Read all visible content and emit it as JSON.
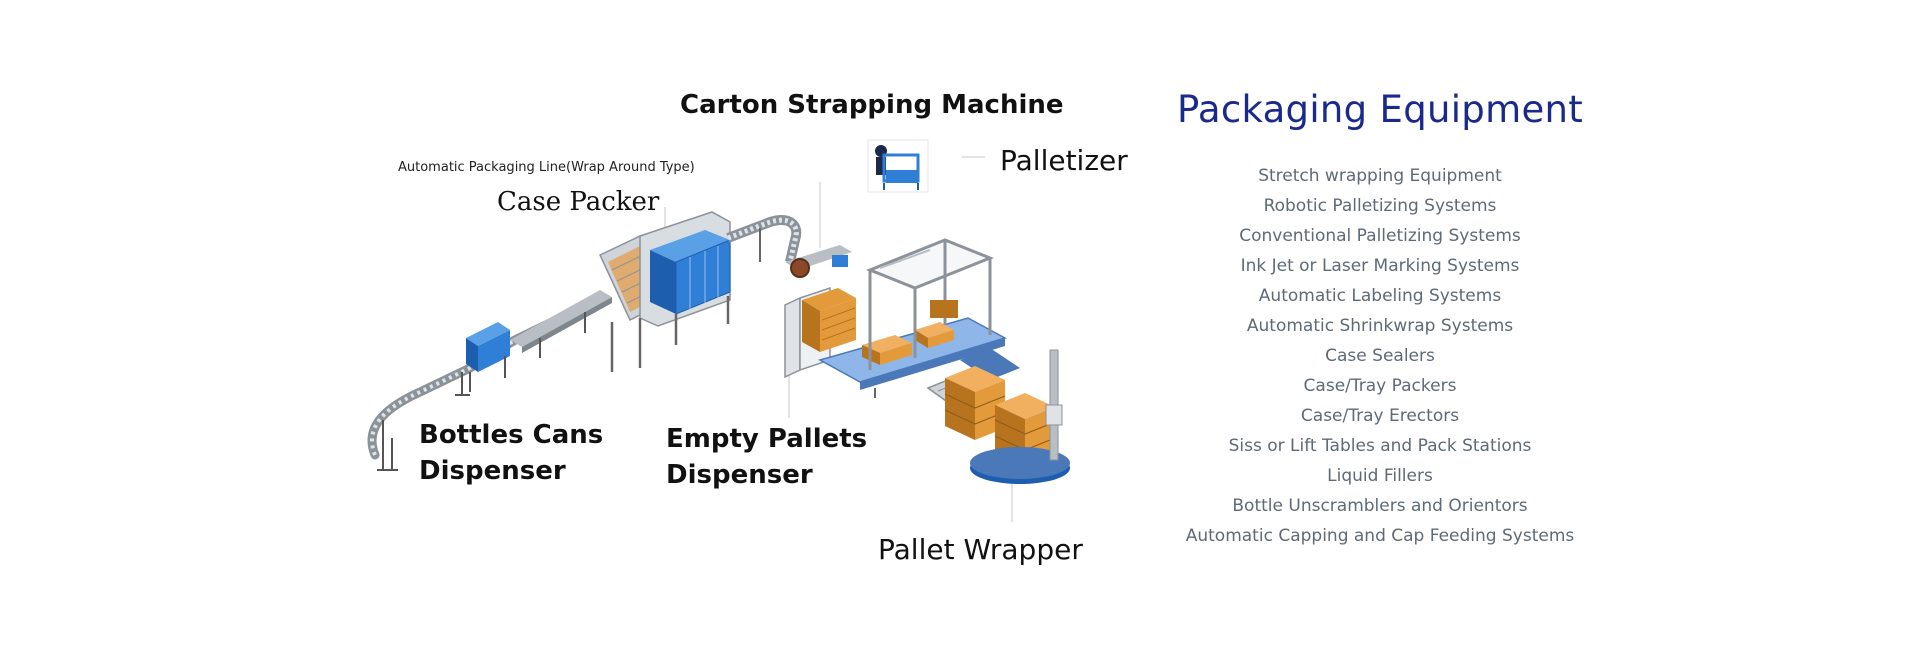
{
  "diagram": {
    "labels": {
      "carton_strapping": "Carton Strapping Machine",
      "auto_line": "Automatic Packaging Line(Wrap Around Type)",
      "case_packer": "Case Packer",
      "palletizer": "Palletizer",
      "bottles_line1": "Bottles Cans",
      "bottles_line2": "Dispenser",
      "empty_pallets_line1": "Empty Pallets",
      "empty_pallets_line2": "Dispenser",
      "pallet_wrapper": "Pallet Wrapper"
    },
    "colors": {
      "machine_blue": "#2f7fd6",
      "machine_blue_dark": "#1d5fae",
      "frame_gray": "#9aa0a6",
      "carton": "#e39a3b",
      "carton_dark": "#b8731f",
      "conveyor_blue": "#4a78b8"
    }
  },
  "panel": {
    "title": "Packaging Equipment",
    "title_color": "#1a2a8c",
    "items": [
      "Stretch wrapping Equipment",
      "Robotic Palletizing Systems",
      "Conventional Palletizing Systems",
      "Ink Jet or Laser Marking Systems",
      "Automatic Labeling Systems",
      "Automatic Shrinkwrap Systems",
      "Case Sealers",
      "Case/Tray Packers",
      "Case/Tray Erectors",
      "Siss or Lift Tables and Pack Stations",
      "Liquid Fillers",
      "Bottle Unscramblers and Orientors",
      "Automatic Capping and Cap Feeding Systems"
    ]
  }
}
